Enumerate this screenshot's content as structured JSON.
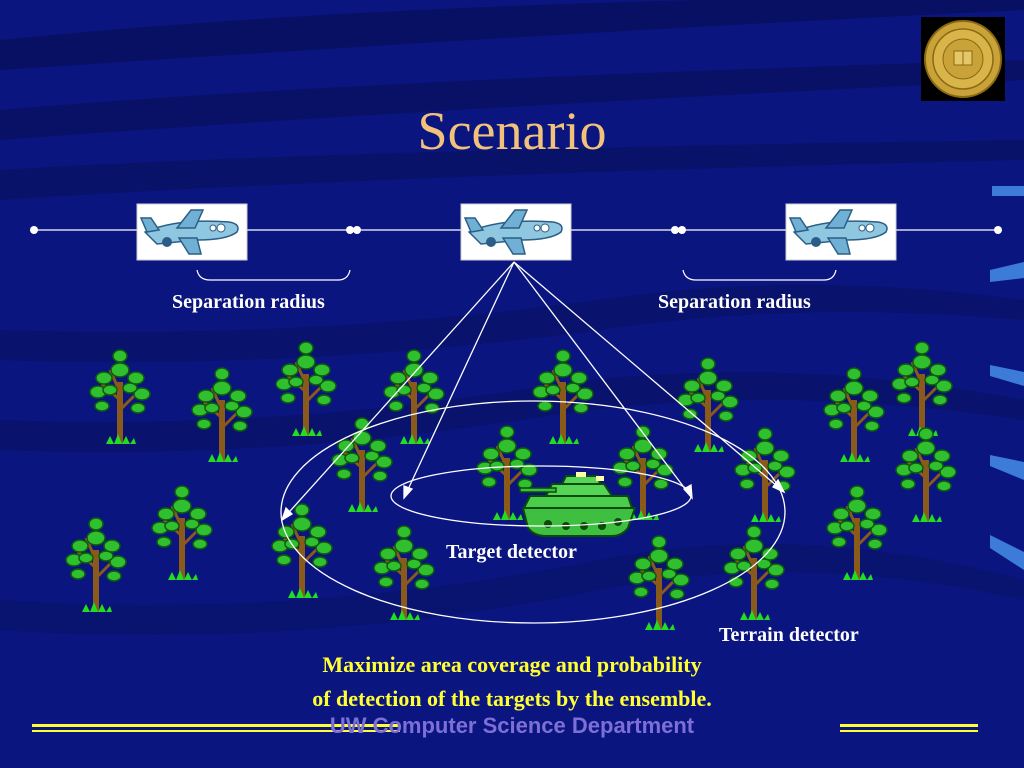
{
  "slide": {
    "title": "Scenario",
    "labels": {
      "separation_left": "Separation radius",
      "separation_right": "Separation radius",
      "target_detector": "Target detector",
      "terrain_detector": "Terrain detector"
    },
    "caption_line1": "Maximize area coverage and probability",
    "caption_line2": "of detection of the targets by the ensemble.",
    "footer": "UW Computer Science Department"
  },
  "icons": {
    "seal": "university-seal-icon",
    "aircraft": "airplane-icon",
    "target": "tank-icon",
    "terrain": "tree-icon"
  },
  "colors": {
    "background": "#0a1580",
    "title": "#f3c27a",
    "caption": "#ffff33",
    "footer_text": "#7d6fd6",
    "footer_rule": "#ffff33",
    "lines": "#ffffff",
    "tank": "#3fbf3f",
    "tree_foliage": "#2fbf2f",
    "tree_trunk": "#8a5a1a"
  }
}
